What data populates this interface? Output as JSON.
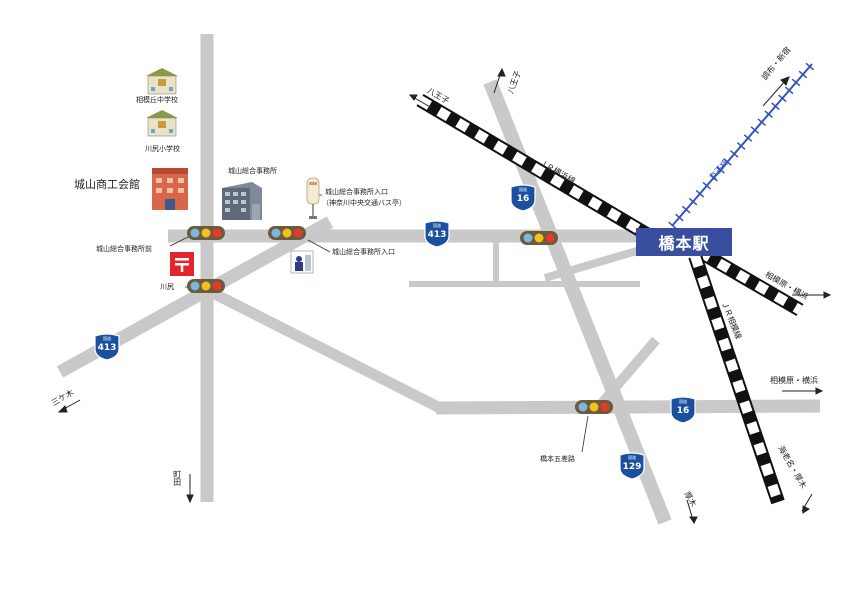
{
  "colors": {
    "road": "#c9c9c9",
    "rail_black": "#111111",
    "keio_line": "#2f55b8",
    "station": "#3a4ea0",
    "shield": "#1b4fa0",
    "post": "#e6242b"
  },
  "station": {
    "name": "橋本駅"
  },
  "rail": {
    "jr_yokohama": "ＪＲ横浜線",
    "jr_sagami": "ＪＲ相模線",
    "keio": "京王線"
  },
  "directions": {
    "hachioji_1": "八王子",
    "hachioji_2": "八王子",
    "chofu_shinjuku": "調布・新宿",
    "sagamihara_yokohama_1": "相模原・横浜",
    "sagamihara_yokohama_2": "相模原・横浜",
    "ebina_atsugi": "海老名・厚木",
    "atsugi": "厚木",
    "mikeki": "三ケ木",
    "machida": "町田"
  },
  "places": {
    "sagamigaoka_jhs": "相模丘中学校",
    "kawashiri_es": "川尻小学校",
    "shiroyama_chamber": "城山商工会館",
    "shiroyama_office": "城山総合事務所",
    "bus_stop": "城山総合事務所入口",
    "bus_stop_note": "（神奈川中央交通バス亭）"
  },
  "signals": {
    "mae": "城山総合事務所前",
    "iriguchi": "城山総合事務所入口",
    "kawashiri": "川尻",
    "gosaro": "橋本五差路"
  },
  "shields": {
    "header": "国道",
    "r413_a": "413",
    "r413_b": "413",
    "r16_a": "16",
    "r16_b": "16",
    "r129": "129"
  }
}
